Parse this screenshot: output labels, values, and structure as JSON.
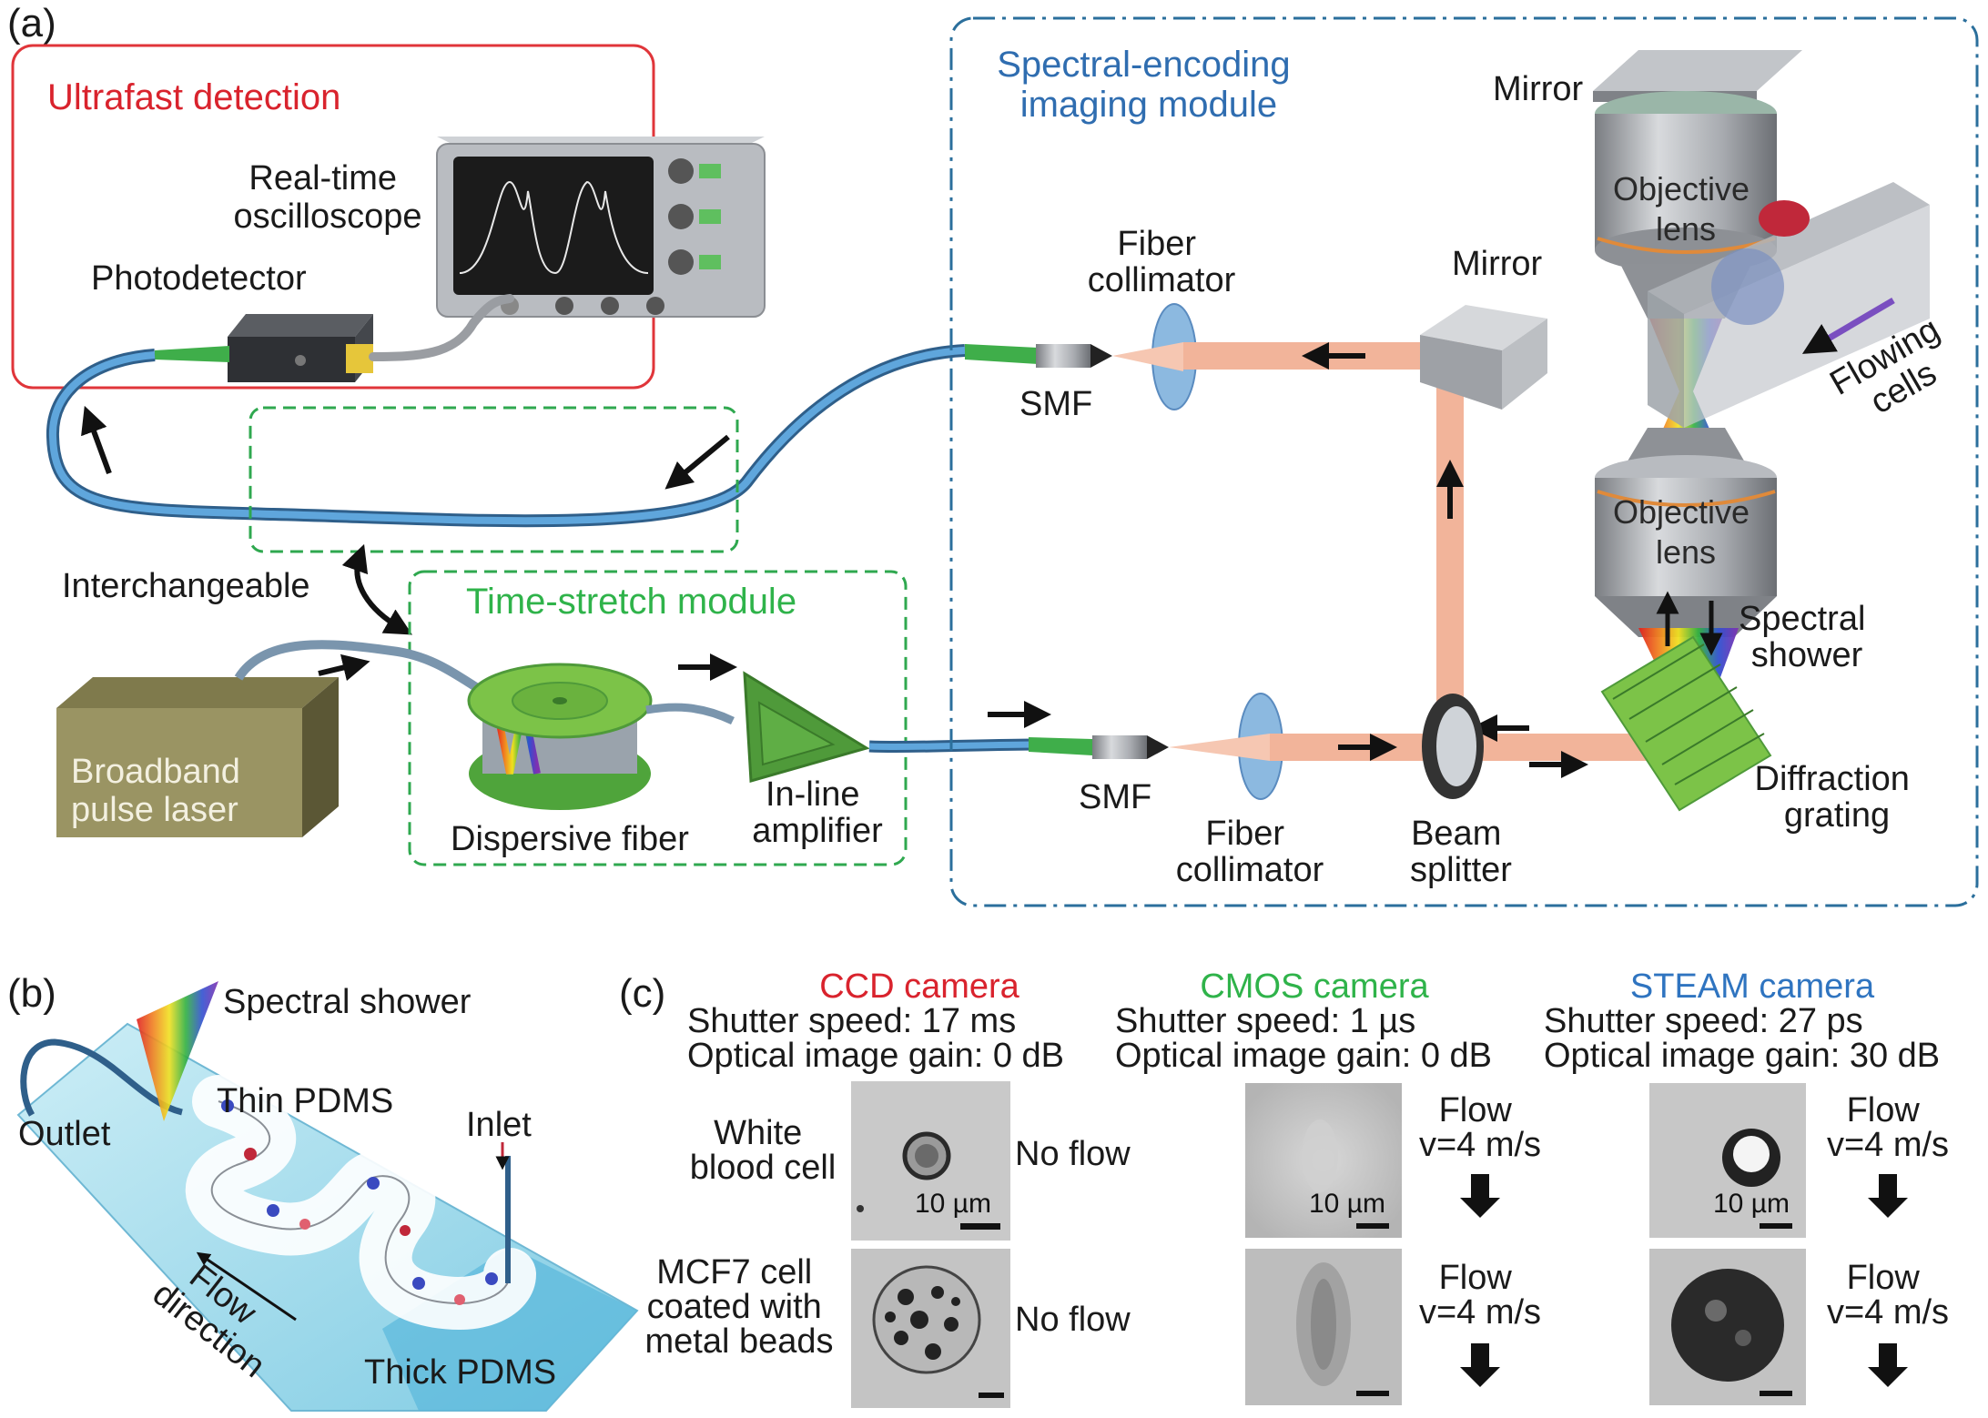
{
  "panel_a": {
    "panel_label": "(a)",
    "ultrafast_title": "Ultrafast detection",
    "spectral_module_title": [
      "Spectral-encoding",
      "imaging module"
    ],
    "time_stretch_title": "Time-stretch module",
    "oscilloscope_label": [
      "Real-time",
      "oscilloscope"
    ],
    "photodetector_label": "Photodetector",
    "interchangeable_label": "Interchangeable",
    "laser_label": [
      "Broadband",
      "pulse laser"
    ],
    "dispersive_fiber_label": "Dispersive fiber",
    "amplifier_label": [
      "In-line",
      "amplifier"
    ],
    "smf_label": "SMF",
    "fiber_collimator_label": [
      "Fiber",
      "collimator"
    ],
    "beam_splitter_label": [
      "Beam",
      "splitter"
    ],
    "mirror_label": "Mirror",
    "objective_lens_label": [
      "Objective",
      "lens"
    ],
    "flowing_cells_label": [
      "Flowing",
      "cells"
    ],
    "spectral_shower_label": [
      "Spectral",
      "shower"
    ],
    "diffraction_grating_label": [
      "Diffraction",
      "grating"
    ]
  },
  "panel_b": {
    "panel_label": "(b)",
    "spectral_shower": "Spectral shower",
    "thin_pdms": "Thin PDMS",
    "outlet": "Outlet",
    "inlet": "Inlet",
    "flow_direction": [
      "Flow",
      "direction"
    ],
    "thick_pdms": "Thick PDMS"
  },
  "panel_c": {
    "panel_label": "(c)",
    "row_labels": [
      [
        "White",
        "blood cell"
      ],
      [
        "MCF7 cell",
        "coated with",
        "metal beads"
      ]
    ],
    "scale_label": "10 µm",
    "columns": [
      {
        "title": "CCD camera",
        "color": "#d9232d",
        "shutter": "Shutter speed: 17 ms",
        "gain": "Optical image gain: 0 dB",
        "flow": [
          "No flow"
        ]
      },
      {
        "title": "CMOS camera",
        "color": "#2fb34a",
        "shutter": "Shutter speed: 1 µs",
        "gain": "Optical image gain: 0 dB",
        "flow": [
          "Flow",
          "v=4 m/s"
        ]
      },
      {
        "title": "STEAM camera",
        "color": "#2f74c0",
        "shutter": "Shutter speed: 27 ps",
        "gain": "Optical image gain: 30 dB",
        "flow": [
          "Flow",
          "v=4 m/s"
        ]
      }
    ]
  },
  "colors": {
    "ultrafast": "#e0353a",
    "spectral_module": "#2b6f9c",
    "time_stretch": "#2fa84f",
    "fiber": "#4a90c8",
    "beam": "#f2b49a"
  }
}
